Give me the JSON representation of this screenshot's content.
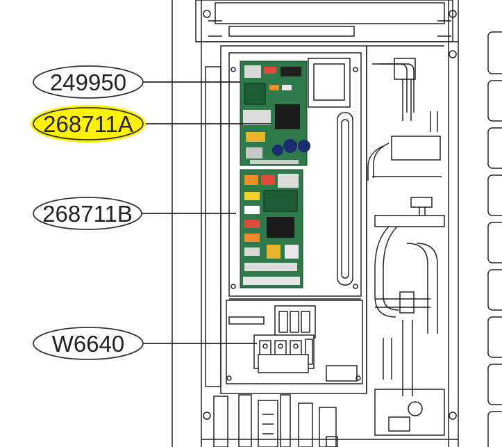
{
  "callouts": [
    {
      "id": "c1",
      "label": "249950",
      "highlighted": false
    },
    {
      "id": "c2",
      "label": "268711A",
      "highlighted": true
    },
    {
      "id": "c3",
      "label": "268711B",
      "highlighted": false
    },
    {
      "id": "c4",
      "label": "W6640",
      "highlighted": false
    }
  ],
  "colors": {
    "highlight": "#fff200",
    "pcb_green": "#2f7a4a",
    "pcb_dark": "#1f5c38",
    "line": "#222222"
  }
}
